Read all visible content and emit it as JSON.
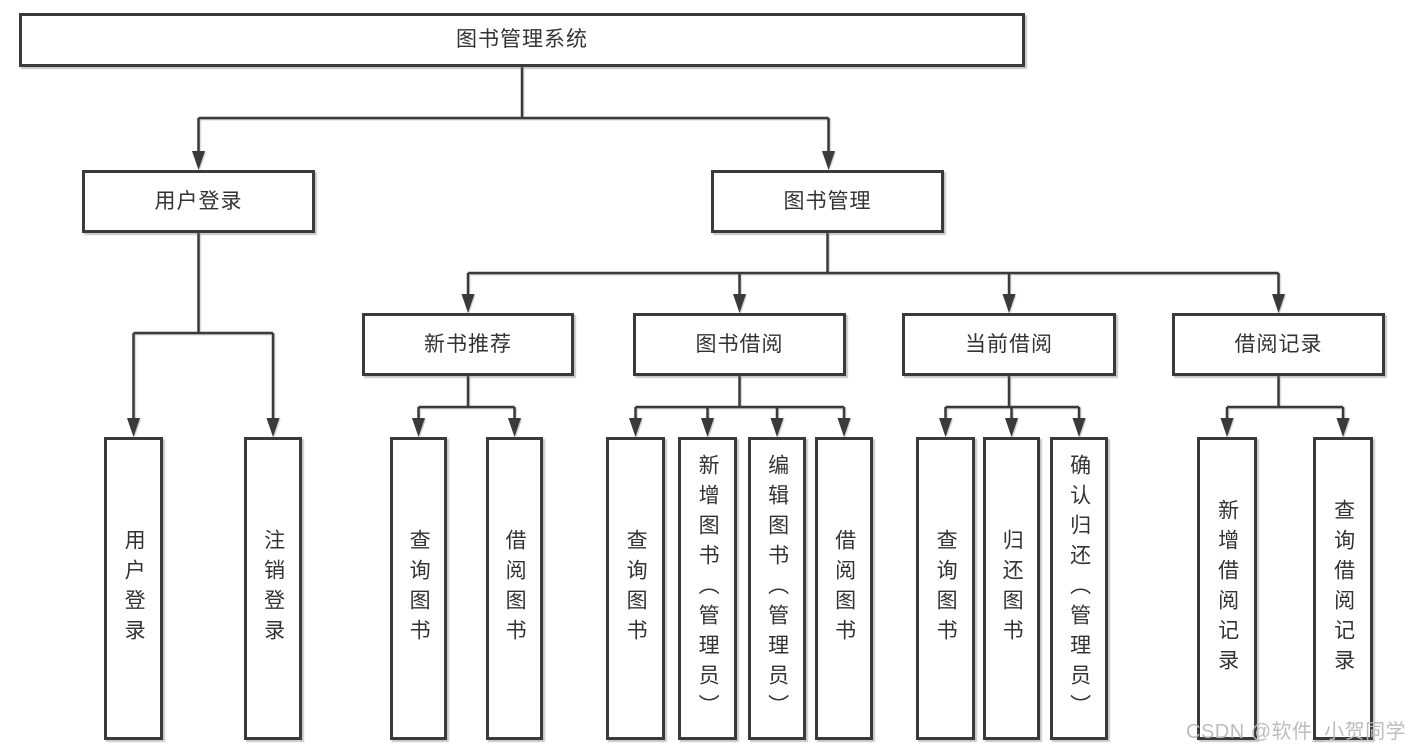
{
  "tree": {
    "root": {
      "label": "图书管理系统"
    },
    "branches": [
      {
        "label": "用户登录",
        "children": [
          {
            "label": "用户登录"
          },
          {
            "label": "注销登录"
          }
        ]
      },
      {
        "label": "图书管理",
        "children": [
          {
            "label": "新书推荐",
            "children": [
              {
                "label": "查询图书"
              },
              {
                "label": "借阅图书"
              }
            ]
          },
          {
            "label": "图书借阅",
            "children": [
              {
                "label": "查询图书"
              },
              {
                "label": "新增图书（管理员）"
              },
              {
                "label": "编辑图书（管理员）"
              },
              {
                "label": "借阅图书"
              }
            ]
          },
          {
            "label": "当前借阅",
            "children": [
              {
                "label": "查询图书"
              },
              {
                "label": "归还图书"
              },
              {
                "label": "确认归还（管理员）"
              }
            ]
          },
          {
            "label": "借阅记录",
            "children": [
              {
                "label": "新增借阅记录"
              },
              {
                "label": "查询借阅记录"
              }
            ]
          }
        ]
      }
    ]
  },
  "watermark": "CSDN @软件_小贺同学",
  "colors": {
    "line": "#3a3a3a",
    "border": "#3a3a3a",
    "text": "#333333",
    "watermark": "#b9b9b9"
  }
}
